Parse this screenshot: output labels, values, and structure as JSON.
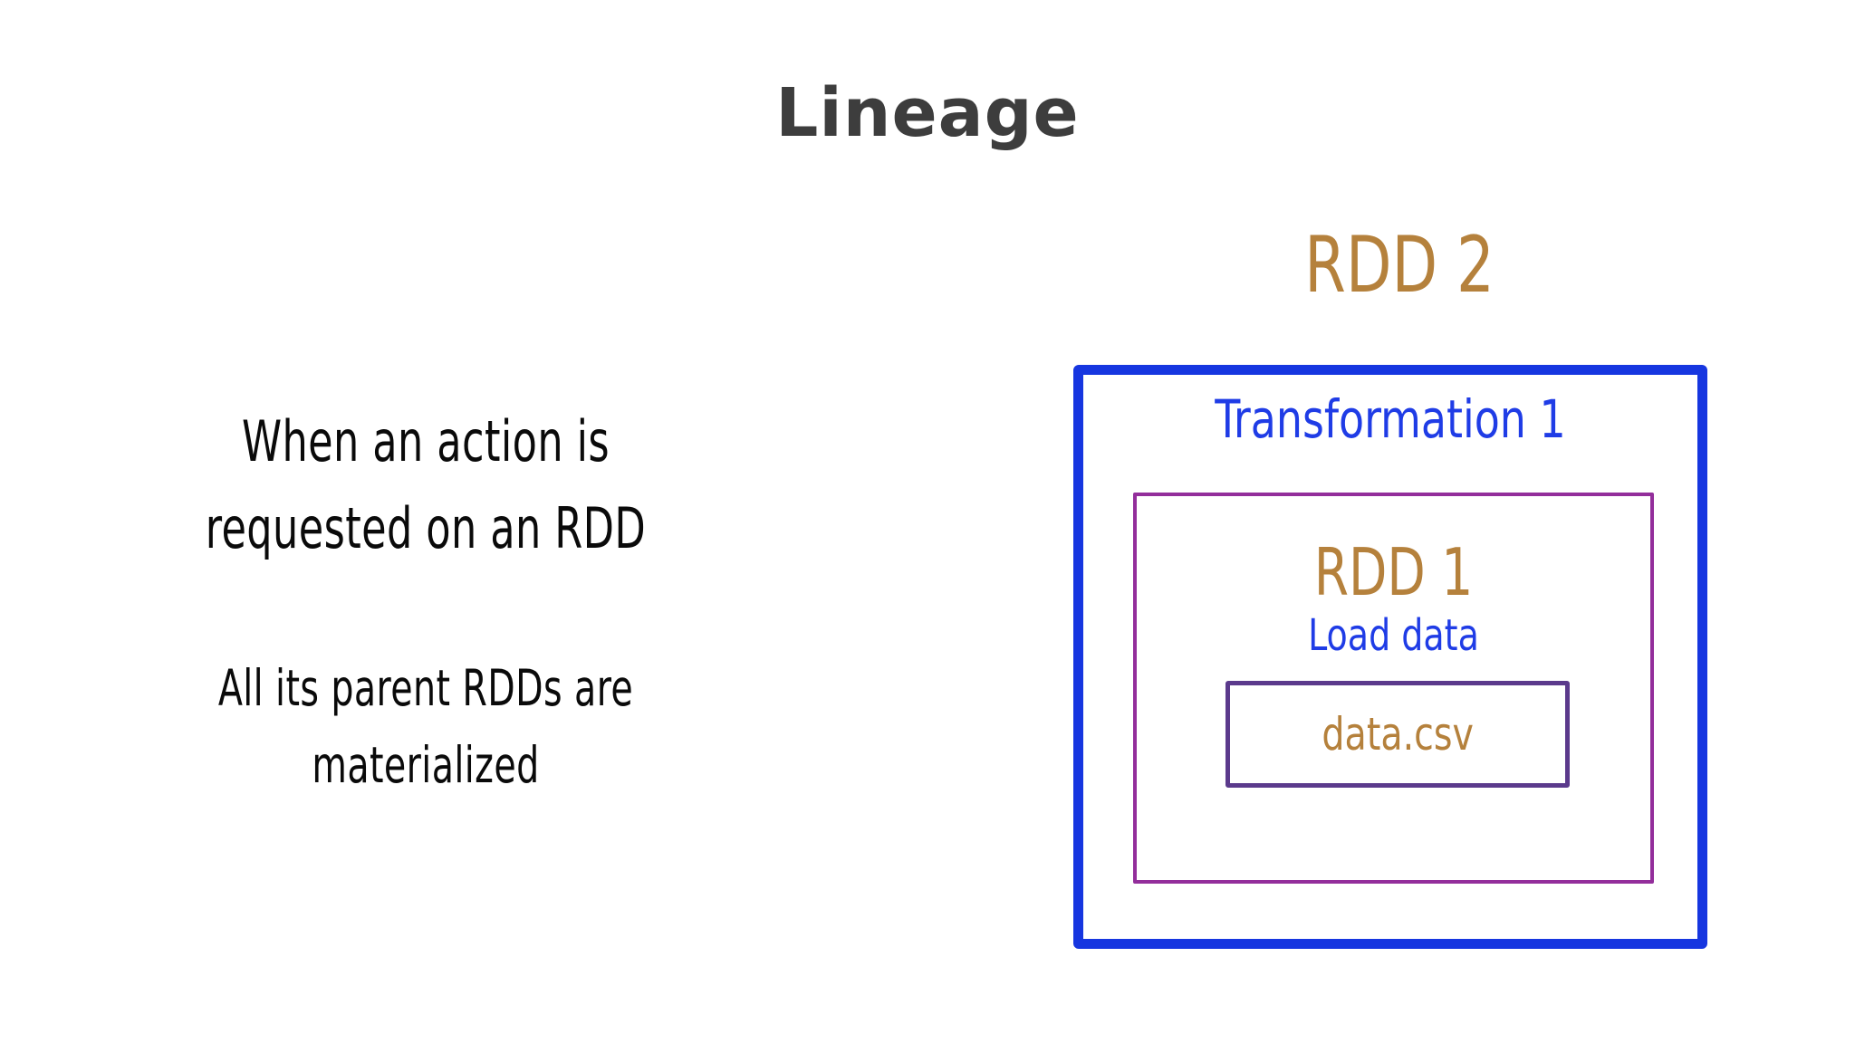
{
  "slide": {
    "title": "Lineage",
    "background_color": "#ffffff",
    "title_color": "#3d3d3d"
  },
  "left_text": {
    "paragraph_1": {
      "lines": [
        "When an action is",
        "requested on an RDD"
      ],
      "color": "#0a0a0a"
    },
    "paragraph_2": {
      "lines": [
        "All its parent RDDs are",
        "materialized"
      ],
      "color": "#0a0a0a"
    }
  },
  "diagram": {
    "outer": {
      "label": "RDD 2",
      "label_color": "#b5813c",
      "border_color": "#1636e0",
      "transformation_label": "Transformation 1",
      "transformation_label_color": "#1f3ce6"
    },
    "middle": {
      "label": "RDD 1",
      "label_color": "#b5813c",
      "border_color": "#932e9b",
      "sub_label": "Load data",
      "sub_label_color": "#1f3ce6"
    },
    "inner": {
      "label": "data.csv",
      "label_color": "#b5813c",
      "border_color": "#5b3a8c"
    }
  }
}
